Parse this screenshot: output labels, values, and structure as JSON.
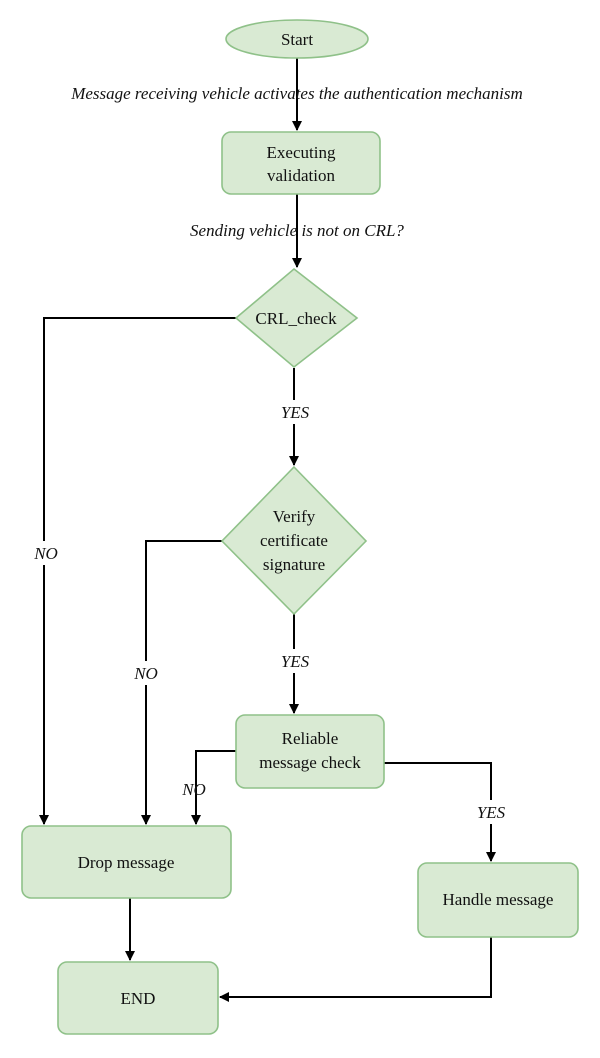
{
  "nodes": {
    "start": "Start",
    "executing_validation": [
      "Executing",
      "validation"
    ],
    "crl_check": "CRL_check",
    "verify_certificate_signature": [
      "Verify",
      "certificate",
      "signature"
    ],
    "reliable_message_check": [
      "Reliable",
      "message check"
    ],
    "drop_message": "Drop message",
    "handle_message": "Handle message",
    "end": "END"
  },
  "edge_labels": {
    "start_to_validation": "Message receiving vehicle activates the authentication mechanism",
    "validation_to_crl": "Sending vehicle is not on CRL?",
    "crl_yes": "YES",
    "crl_no": "NO",
    "verify_yes": "YES",
    "verify_no": "NO",
    "reliable_yes": "YES",
    "reliable_no": "NO"
  },
  "colors": {
    "node_fill": "#d9ead3",
    "node_stroke": "#8fc189",
    "edge": "#000000"
  }
}
